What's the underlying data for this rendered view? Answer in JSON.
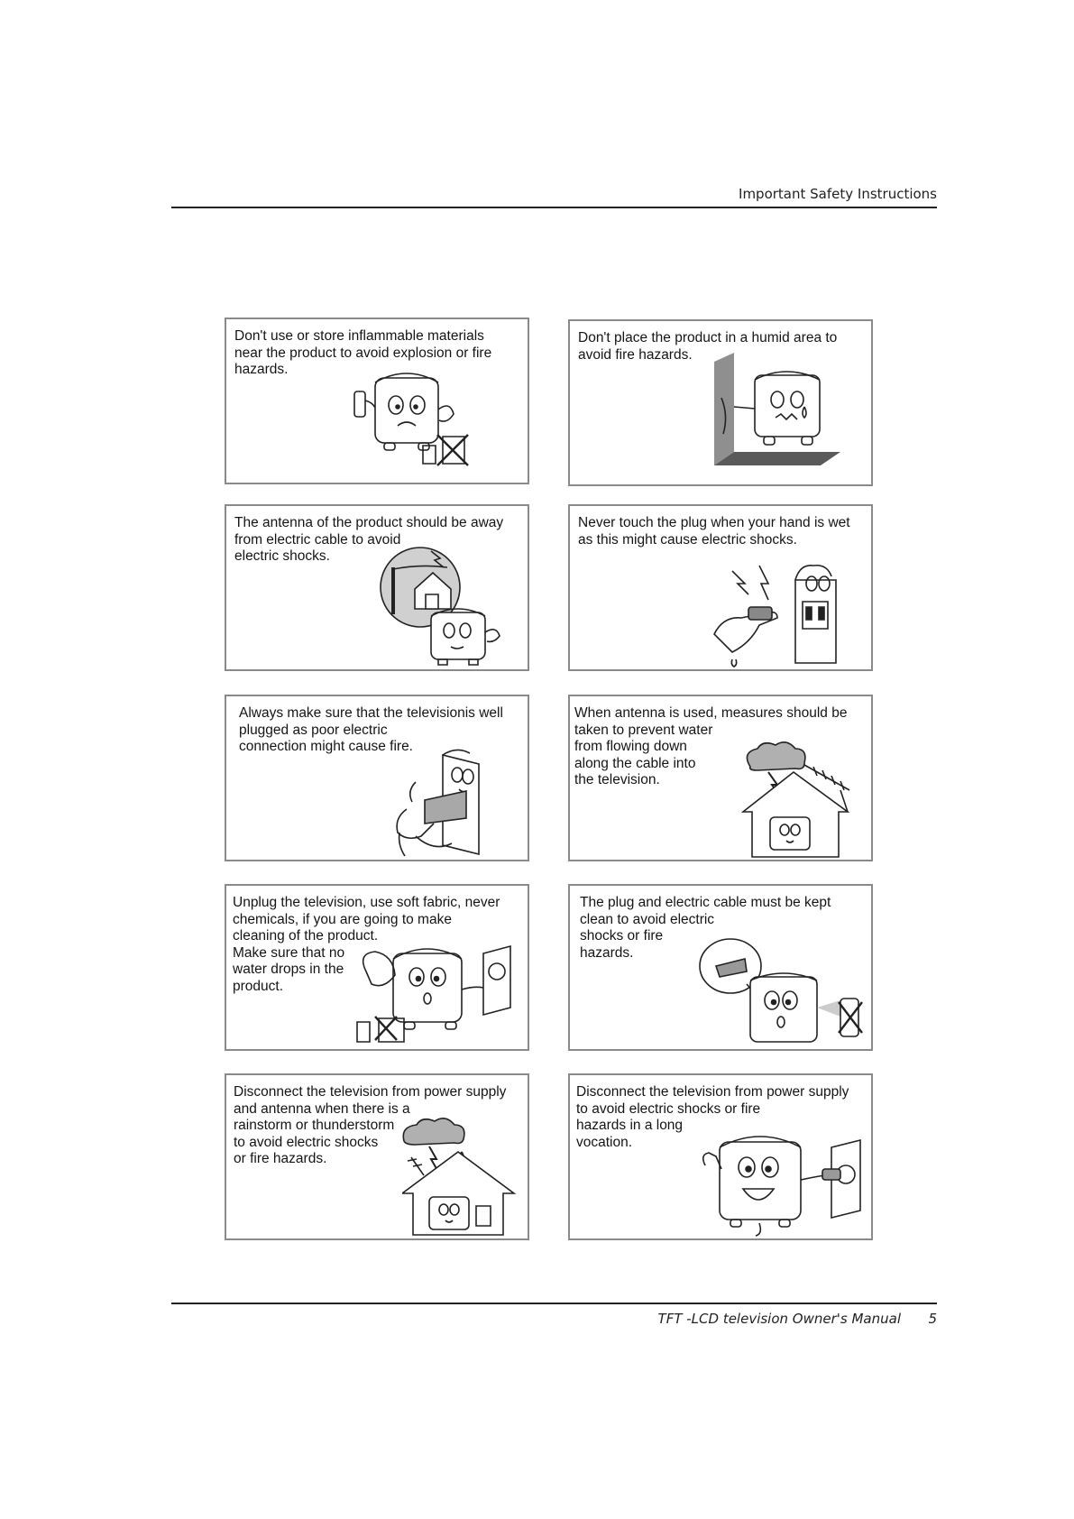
{
  "header": {
    "title": "Important Safety Instructions"
  },
  "footer": {
    "manual_title": "TFT -LCD television Owner's Manual",
    "page_number": "5"
  },
  "panels": [
    {
      "text": "Don't use or store inflammable materials\nnear the product to avoid explosion or fire\nhazards.",
      "illustration": "tv-refusing-flammables-icon"
    },
    {
      "text": "Don't place the product in a humid area to\navoid fire hazards.",
      "illustration": "tv-humid-wall-icon"
    },
    {
      "text": "The antenna of the product should be away\nfrom electric cable to avoid\nelectric shocks.",
      "illustration": "antenna-cable-icon"
    },
    {
      "text": "Never touch the plug when your hand is wet\nas this might cause electric shocks.",
      "illustration": "wet-hand-plug-icon"
    },
    {
      "text": "Always make sure that the televisionis well\nplugged as poor electric\nconnection might cause fire.",
      "illustration": "plug-in-socket-icon"
    },
    {
      "text": "When antenna is used, measures should be\ntaken to prevent water\nfrom flowing down\nalong the cable into\nthe television.",
      "illustration": "house-rain-antenna-icon"
    },
    {
      "text": "Unplug the television, use soft fabric, never\nchemicals, if you are going to make\ncleaning of the product.\nMake sure that no\nwater drops in the\nproduct.",
      "illustration": "tv-cleaning-icon"
    },
    {
      "text": "The plug and electric cable must be kept\nclean to avoid electric\nshocks or fire\nhazards.",
      "illustration": "clean-plug-icon"
    },
    {
      "text": "Disconnect the television from power supply\nand antenna when there is a\nrainstorm or thunderstorm\nto avoid electric shocks\nor fire hazards.",
      "illustration": "house-thunderstorm-icon"
    },
    {
      "text": "Disconnect the television from power supply\nto avoid electric shocks or fire\n hazards in a long\nvocation.",
      "illustration": "tv-unplugging-icon"
    }
  ]
}
